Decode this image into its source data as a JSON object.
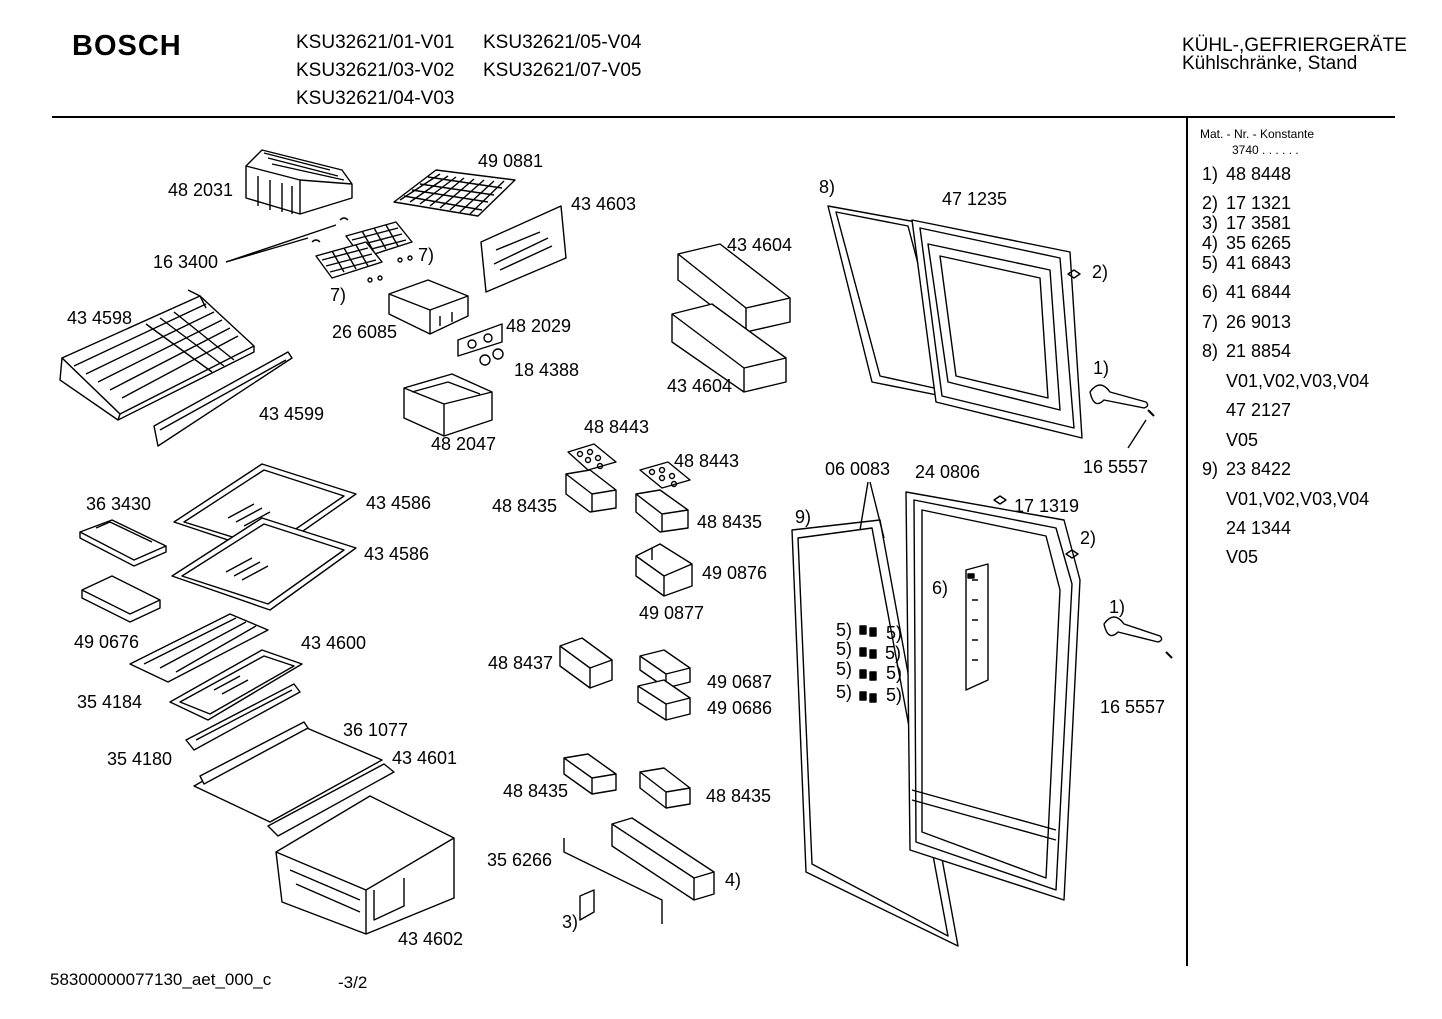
{
  "header": {
    "brand": "BOSCH",
    "models": [
      "KSU32621/01-V01",
      "KSU32621/03-V02",
      "KSU32621/04-V03",
      "KSU32621/05-V04",
      "KSU32621/07-V05"
    ],
    "category": "KÜHL-,GEFRIERGERÄTE",
    "subcategory": "Kühlschränke, Stand"
  },
  "side_panel": {
    "heading": "Mat. - Nr. - Konstante",
    "constant": "3740  .   .     .   .   .  .",
    "entries": [
      {
        "num": "1)",
        "value": "48 8448"
      },
      {
        "num": "2)",
        "value": "17 1321"
      },
      {
        "num": "3)",
        "value": "17 3581"
      },
      {
        "num": "4)",
        "value": "35 6265"
      },
      {
        "num": "5)",
        "value": "41 6843"
      },
      {
        "num": "6)",
        "value": "41 6844"
      },
      {
        "num": "7)",
        "value": "26 9013"
      },
      {
        "num": "8)",
        "value": "21 8854"
      },
      {
        "num": "",
        "value": "V01,V02,V03,V04"
      },
      {
        "num": "",
        "value": "47 2127"
      },
      {
        "num": "",
        "value": "V05"
      },
      {
        "num": "9)",
        "value": "23 8422"
      },
      {
        "num": "",
        "value": "V01,V02,V03,V04"
      },
      {
        "num": "",
        "value": "24 1344"
      },
      {
        "num": "",
        "value": "V05"
      }
    ]
  },
  "labels": [
    "48 2031",
    "49 0881",
    "43 4603",
    "16 3400",
    "7)",
    "7)",
    "26 6085",
    "48 2029",
    "18 4388",
    "43 4598",
    "43 4599",
    "48 2047",
    "43 4604",
    "43 4604",
    "8)",
    "47 1235",
    "2)",
    "1)",
    "16 5557",
    "48 8443",
    "48 8443",
    "48 8435",
    "48 8435",
    "49 0876",
    "49 0877",
    "06 0083",
    "24 0806",
    "17 1319",
    "9)",
    "2)",
    "6)",
    "1)",
    "16 5557",
    "36 3430",
    "43 4586",
    "43 4586",
    "49 0676",
    "43 4600",
    "35 4184",
    "36 1077",
    "35 4180",
    "43 4601",
    "48 8437",
    "49 0687",
    "49 0686",
    "48 8435",
    "48 8435",
    "35 6266",
    "4)",
    "3)",
    "43 4602",
    "5)",
    "5)",
    "5)",
    "5)",
    "5)",
    "5)",
    "5)",
    "5)"
  ],
  "footer": {
    "doc_id": "58300000077130_aet_000_c",
    "page": "-3/2"
  }
}
